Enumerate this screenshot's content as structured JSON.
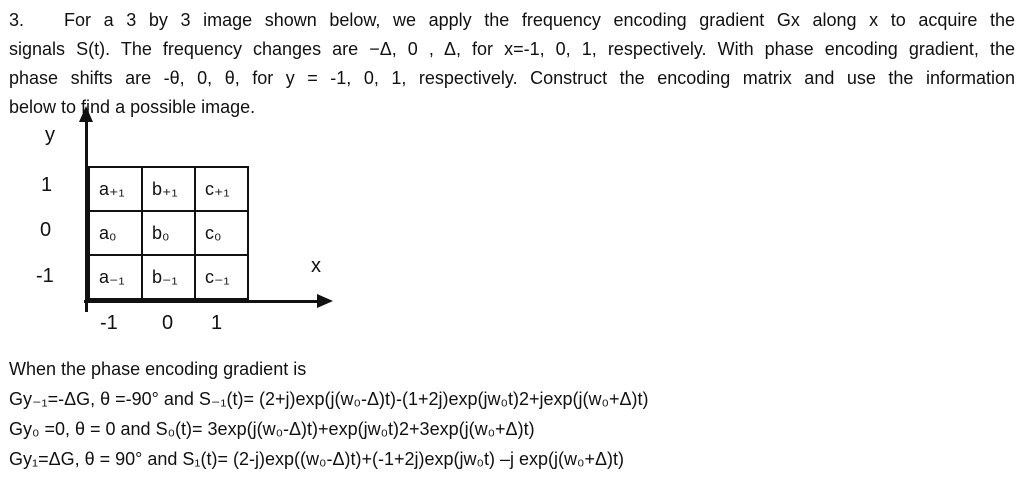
{
  "problem": {
    "number": "3.",
    "lines": [
      "For a 3 by 3 image shown below, we apply the frequency encoding gradient Gx along x to acquire the",
      "signals S(t). The frequency changes are −Δ, 0 , Δ, for x=-1, 0, 1, respectively.  With phase encoding gradient, the",
      "phase shifts are -θ, 0, θ, for y = -1, 0, 1, respectively. Construct the encoding matrix and use the information",
      "below to find a possible image."
    ]
  },
  "diagram": {
    "y_axis_label": "y",
    "x_axis_label": "x",
    "y_ticks": [
      "1",
      "0",
      "-1"
    ],
    "x_ticks": [
      "-1",
      "0",
      "1"
    ],
    "grid_rows": [
      [
        "a₊₁",
        "b₊₁",
        "c₊₁"
      ],
      [
        "a₀",
        "b₀",
        "c₀"
      ],
      [
        "a₋₁",
        "b₋₁",
        "c₋₁"
      ]
    ]
  },
  "equations": {
    "intro": "When the phase encoding gradient is",
    "lines": [
      "Gy₋₁=-ΔG, θ =-90°  and S₋₁(t)= (2+j)exp(j(w₀-Δ)t)-(1+2j)exp(jw₀t)2+jexp(j(w₀+Δ)t)",
      "Gy₀ =0, θ = 0 and S₀(t)= 3exp(j(w₀-Δ)t)+exp(jw₀t)2+3exp(j(w₀+Δ)t)",
      "Gy₁=ΔG, θ = 90°  and S₁(t)= (2-j)exp((w₀-Δ)t)+(-1+2j)exp(jw₀t) –j exp(j(w₀+Δ)t)"
    ]
  },
  "colors": {
    "background": "#ffffff",
    "text": "#111111",
    "line": "#111111"
  }
}
